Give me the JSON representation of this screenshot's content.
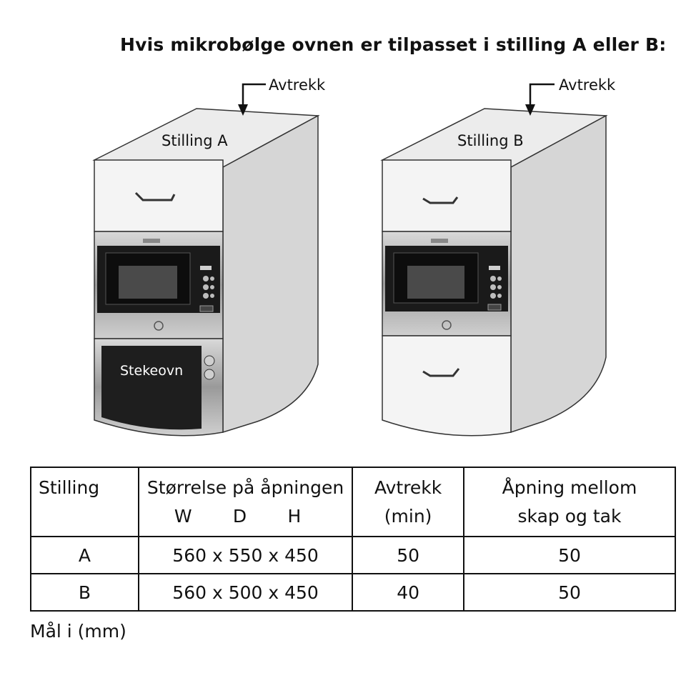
{
  "title": "Hvis mikrobølge ovnen er tilpasset i stilling A eller B:",
  "diagram": {
    "left": {
      "position_label": "Stilling A",
      "vent_label": "Avtrekk",
      "oven_label": "Stekeovn"
    },
    "right": {
      "position_label": "Stilling B",
      "vent_label": "Avtrekk"
    }
  },
  "table": {
    "headers": {
      "stilling": "Stilling",
      "size_line1": "Størrelse på åpningen",
      "w": "W",
      "d": "D",
      "h": "H",
      "vent_line1": "Avtrekk",
      "vent_line2": "(min)",
      "gap_line1": "Åpning mellom",
      "gap_line2": "skap og tak"
    },
    "rows": [
      {
        "stilling": "A",
        "size": "560 x 550 x 450",
        "vent": "50",
        "gap": "50"
      },
      {
        "stilling": "B",
        "size": "560 x 500 x 450",
        "vent": "40",
        "gap": "50"
      }
    ]
  },
  "note": "Mål i (mm)"
}
